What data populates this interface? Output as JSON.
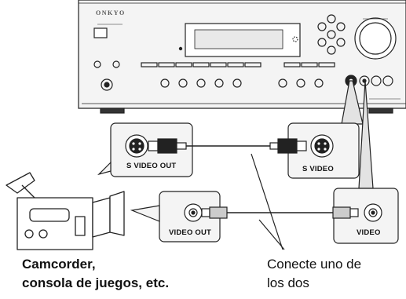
{
  "brand": "ONKYO",
  "labels": {
    "svideo_out": "S VIDEO OUT",
    "svideo": "S VIDEO",
    "video_out": "VIDEO OUT",
    "video": "VIDEO"
  },
  "caption": {
    "line1": "Camcorder,",
    "line2": "consola de juegos, etc."
  },
  "note": {
    "line1": "Conecte uno de",
    "line2": "los dos"
  },
  "colors": {
    "line": "#222222",
    "panel": "#f4f4f4",
    "callout": "#e3e3e3"
  }
}
